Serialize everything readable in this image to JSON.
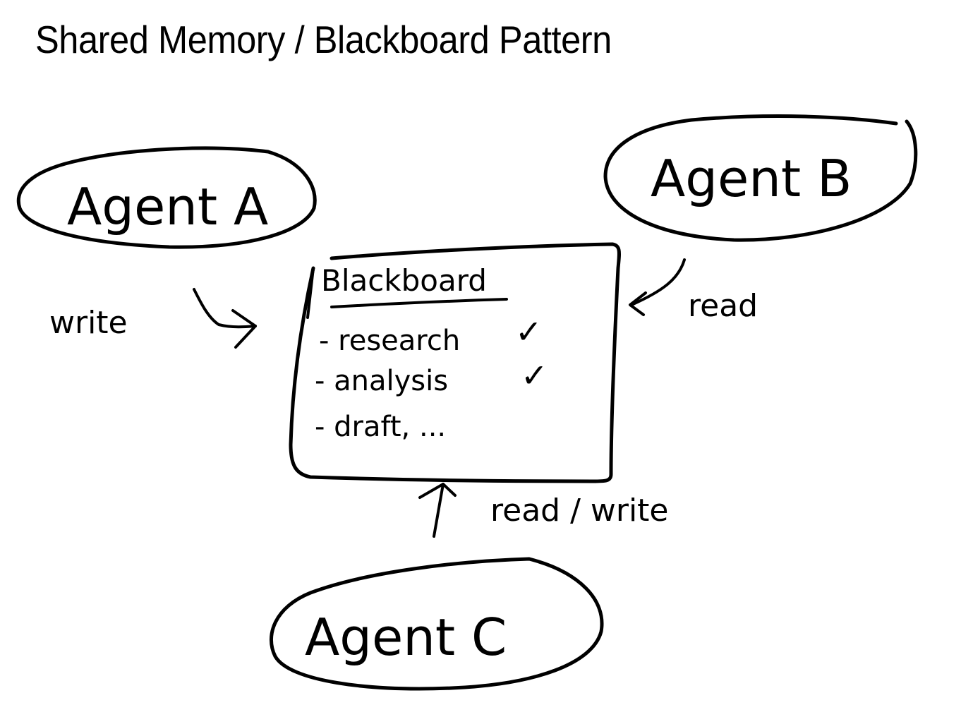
{
  "title": "Shared Memory / Blackboard Pattern",
  "agents": {
    "a": {
      "label": "Agent A"
    },
    "b": {
      "label": "Agent B"
    },
    "c": {
      "label": "Agent C"
    }
  },
  "blackboard": {
    "heading": "Blackboard",
    "items": [
      {
        "text": "- research",
        "status": "✓"
      },
      {
        "text": "- analysis",
        "status": "✓"
      },
      {
        "text": "- draft, ...",
        "status": ""
      }
    ]
  },
  "arrows": {
    "a_to_board": {
      "label": "write"
    },
    "b_from_board": {
      "label": "read"
    },
    "c_board": {
      "label": "read / write"
    }
  }
}
